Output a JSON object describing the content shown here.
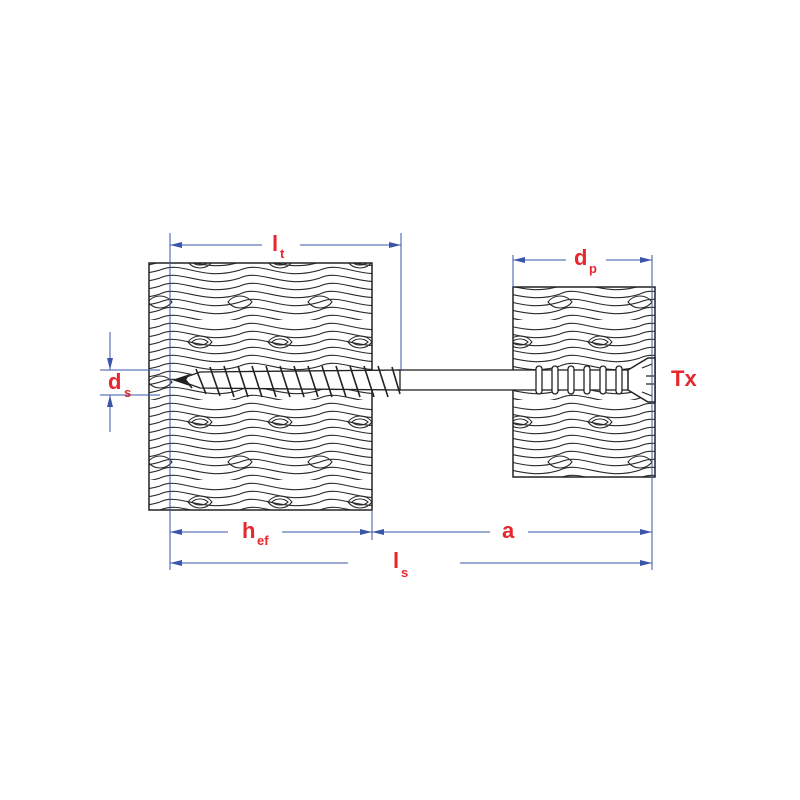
{
  "labels": {
    "lt_main": "l",
    "lt_sub": "t",
    "dp_main": "d",
    "dp_sub": "p",
    "ds_main": "d",
    "ds_sub": "s",
    "tx": "Tx",
    "hef_main": "h",
    "hef_sub": "ef",
    "a": "a",
    "ls_main": "l",
    "ls_sub": "s"
  },
  "colors": {
    "label": "#e8262d",
    "dimension": "#3a55a8",
    "outline": "#222222"
  },
  "icons": {
    "timber": "wood-grain-block",
    "fastener": "screw-side-view"
  }
}
